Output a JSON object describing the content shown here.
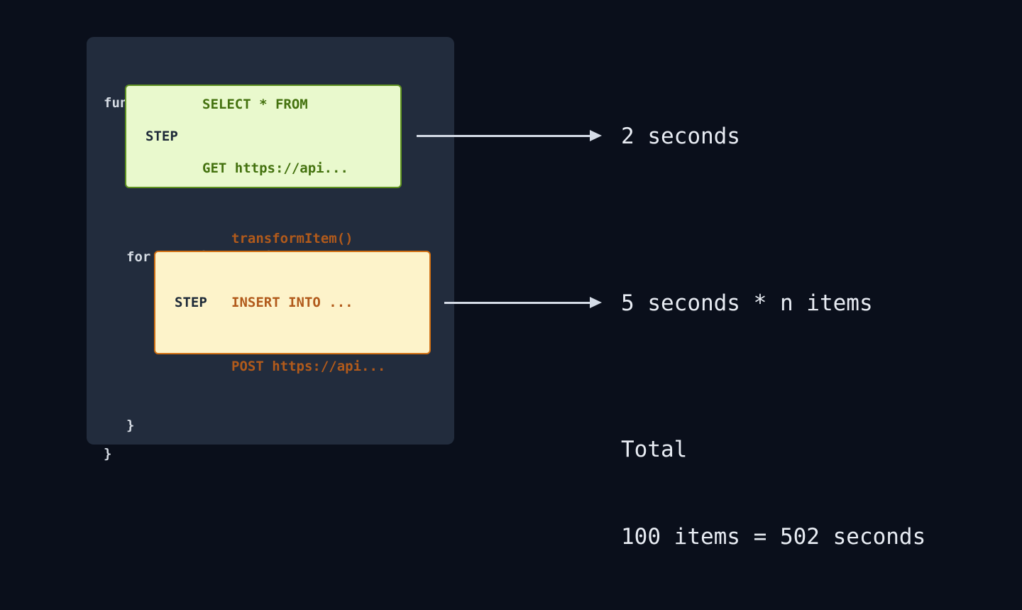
{
  "colors": {
    "page_bg": "#0a0f1b",
    "panel_bg": "#222c3d",
    "panel_code_text": "#d5dbe3",
    "step_label_text": "#1d2938",
    "green_box_bg": "#e9f9cd",
    "green_box_border": "#5e9120",
    "green_box_text": "#44720f",
    "orange_box_bg": "#fdf3ca",
    "orange_box_border": "#d06f12",
    "orange_box_text": "#b15a1b",
    "arrow": "#d5dce7",
    "annotation_text": "#e8ecf3"
  },
  "code": {
    "function_open": "function () {",
    "for_open": "for (let item of items) {",
    "for_close": "}",
    "function_close": "}"
  },
  "step1": {
    "label": "STEP",
    "lines": [
      "SELECT * FROM",
      "GET https://api..."
    ]
  },
  "step2": {
    "label": "STEP",
    "lines": [
      "transformItem()",
      "INSERT INTO ...",
      "POST https://api..."
    ]
  },
  "annotations": {
    "step1_duration": "2 seconds",
    "step2_duration": "5 seconds * n items",
    "total_label": "Total",
    "total_value": "100 items = 502 seconds"
  }
}
